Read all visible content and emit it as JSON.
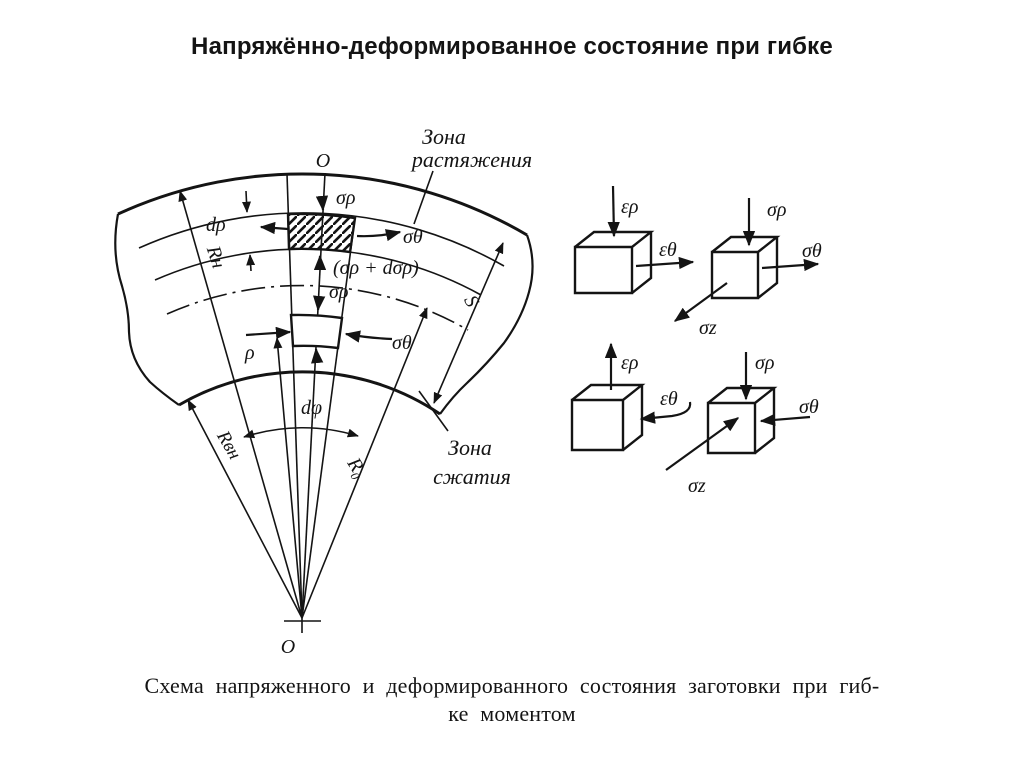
{
  "title": "Напряжённо-деформированное состояние при гибке",
  "caption": {
    "line1": "Схема напряженного и деформированного состояния заготовки при гиб-",
    "line2": "ке моментом"
  },
  "colors": {
    "ink": "#141414",
    "paper": "#ffffff"
  },
  "sector": {
    "apex_label": "O",
    "center_label": "O",
    "tension_zone": {
      "line1": "Зона",
      "line2": "растяжения"
    },
    "compression_zone": {
      "line1": "Зона",
      "line2": "сжатия"
    },
    "radii": {
      "outer": "Rн",
      "inner": "Rвн",
      "neutral": "R₀",
      "layer": "ρ"
    },
    "dims": {
      "layer_thickness": "dρ",
      "angle": "dφ",
      "sheet_thickness": "S"
    },
    "stresses": {
      "sigma_rho_top": "σρ",
      "sigma_theta_tension": "σθ",
      "sigma_rho_increment": "(σρ + dσρ)",
      "sigma_rho_mid": "σρ",
      "sigma_theta_compression": "σθ"
    }
  },
  "cubes": {
    "tension_strain": {
      "radial": "ερ",
      "tangential": "εθ"
    },
    "tension_stress": {
      "radial": "σρ",
      "tangential": "σθ",
      "axial": "σz"
    },
    "compression_strain": {
      "radial": "ερ",
      "tangential": "εθ"
    },
    "compression_stress": {
      "radial": "σρ",
      "tangential": "σθ",
      "axial": "σz"
    }
  }
}
